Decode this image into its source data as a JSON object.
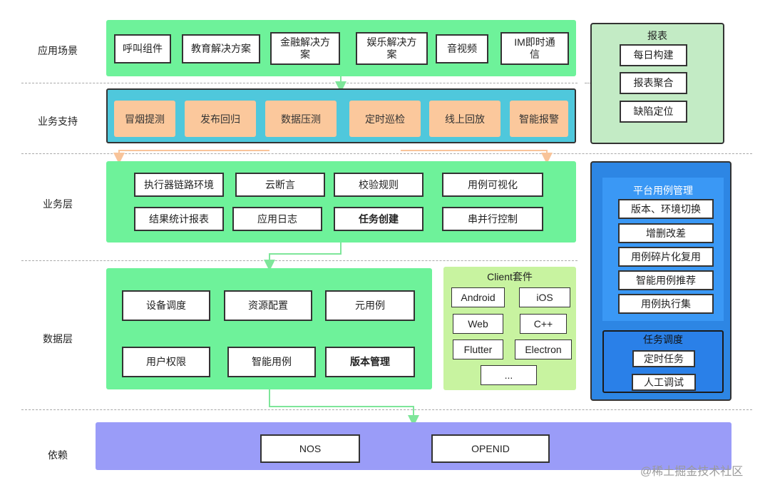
{
  "rows": {
    "app": "应用场景",
    "biz_support": "业务支持",
    "biz_layer": "业务层",
    "data_layer": "数据层",
    "deps": "依赖"
  },
  "app_scenes": [
    "呼叫组件",
    "教育解决方案",
    "金融解决方\n案",
    "娱乐解决方\n案",
    "音视频",
    "IM即时通\n信"
  ],
  "biz_support": [
    "冒烟提测",
    "发布回归",
    "数据压测",
    "定时巡检",
    "线上回放",
    "智能报警"
  ],
  "biz_layer": {
    "row1": [
      "执行器链路环境",
      "云断言",
      "校验规则",
      "用例可视化"
    ],
    "row2": [
      "结果统计报表",
      "应用日志",
      "任务创建",
      "串并行控制"
    ]
  },
  "data_layer": {
    "row1": [
      "设备调度",
      "资源配置",
      "元用例"
    ],
    "row2": [
      "用户权限",
      "智能用例",
      "版本管理"
    ]
  },
  "client": {
    "title": "Client套件",
    "items": [
      "Android",
      "iOS",
      "Web",
      "C++",
      "Flutter",
      "Electron",
      "..."
    ]
  },
  "report": {
    "title": "报表",
    "items": [
      "每日构建",
      "报表聚合",
      "缺陷定位"
    ]
  },
  "platform": {
    "title": "平台用例管理",
    "items": [
      "版本、环境切换",
      "增删改差",
      "用例碎片化复用",
      "智能用例推荐",
      "用例执行集"
    ]
  },
  "task_sched": {
    "title": "任务调度",
    "items": [
      "定时任务",
      "人工调试"
    ]
  },
  "deps": [
    "NOS",
    "OPENID"
  ],
  "watermark": "@稀土掘金技术社区",
  "colors": {
    "green": "#6ef29a",
    "teal": "#4fc8dc",
    "orange": "#fbc89c",
    "light_green_panel": "#c3ebc5",
    "blue": "#2d86e4",
    "purple": "#9a9cf8"
  }
}
